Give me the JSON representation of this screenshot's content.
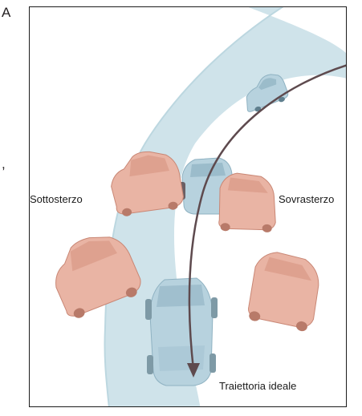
{
  "margin_text": {
    "top_letter": "A",
    "side_mark": ","
  },
  "diagram": {
    "labels": {
      "understeer": "Sottosterzo",
      "oversteer": "Sovrasterzo",
      "ideal_path": "Traiettoria ideale"
    },
    "colors": {
      "road": "#cfe3ea",
      "road_edge": "#b9d5de",
      "car_ideal": "#b7d2de",
      "car_ideal_dark": "#7fa4b6",
      "car_deviating": "#e9b4a4",
      "car_deviating_dark": "#c98775",
      "trajectory": "#5e4a4e"
    }
  }
}
